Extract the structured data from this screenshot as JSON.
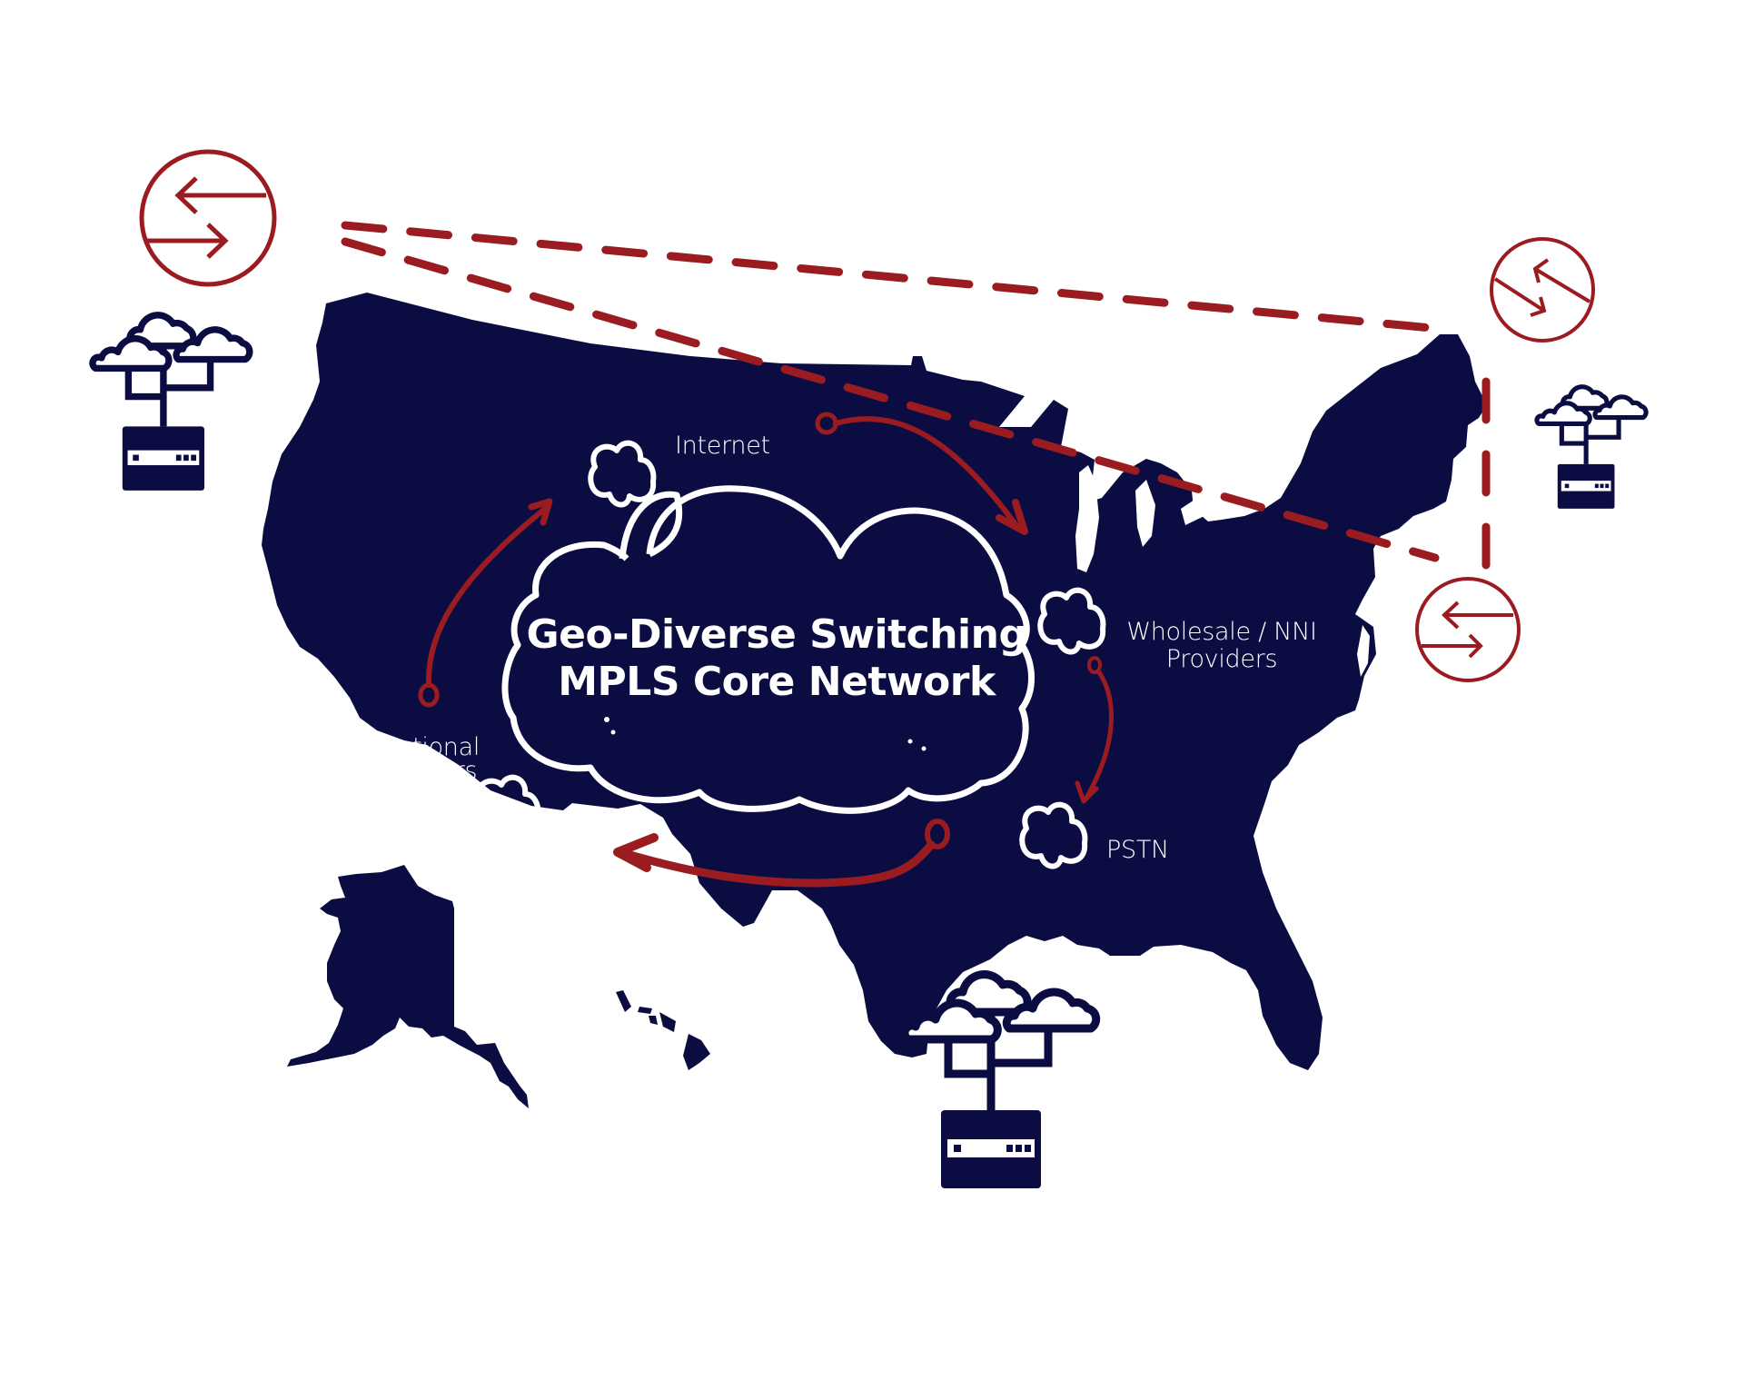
{
  "diagram": {
    "title_line1": "Geo-Diverse Switching",
    "title_line2": "MPLS Core Network",
    "colors": {
      "navy": "#0b0d42",
      "red": "#9b1c20",
      "white": "#ffffff"
    },
    "nodes": [
      {
        "id": "internet",
        "label": "Internet",
        "icon": "cloud-icon"
      },
      {
        "id": "wholesale",
        "label_line1": "Wholesale / NNI",
        "label_line2": "Providers",
        "icon": "cloud-icon"
      },
      {
        "id": "national",
        "label_line1": "National",
        "label_line2": "Carriers",
        "icon": "cloud-icon"
      },
      {
        "id": "pstn",
        "label": "PSTN",
        "icon": "cloud-icon"
      }
    ],
    "flows": [
      {
        "from": "national",
        "to": "internet"
      },
      {
        "from": "internet",
        "to": "wholesale"
      },
      {
        "from": "wholesale",
        "to": "pstn"
      },
      {
        "from": "pstn",
        "to": "national"
      }
    ],
    "routers": [
      {
        "id": "router-west",
        "icon": "router-icon"
      },
      {
        "id": "router-northeast",
        "icon": "router-icon"
      },
      {
        "id": "router-east",
        "icon": "router-icon"
      }
    ],
    "servers": [
      {
        "id": "server-west",
        "icon": "cloud-server-icon"
      },
      {
        "id": "server-east",
        "icon": "cloud-server-icon"
      },
      {
        "id": "server-south",
        "icon": "cloud-server-icon"
      }
    ],
    "links": [
      {
        "from": "router-west",
        "to": "router-northeast",
        "style": "dashed"
      },
      {
        "from": "router-west",
        "to": "router-east",
        "style": "dashed"
      },
      {
        "from": "router-northeast",
        "to": "router-east",
        "style": "dashed"
      }
    ]
  }
}
